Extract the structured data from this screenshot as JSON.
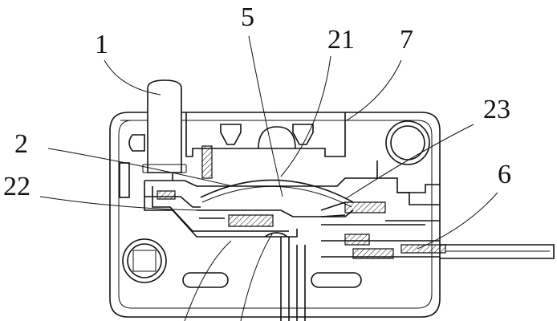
{
  "labels": {
    "l1": "1",
    "l2": "2",
    "l5": "5",
    "l6": "6",
    "l7": "7",
    "l21": "21",
    "l22": "22",
    "l23": "23"
  }
}
